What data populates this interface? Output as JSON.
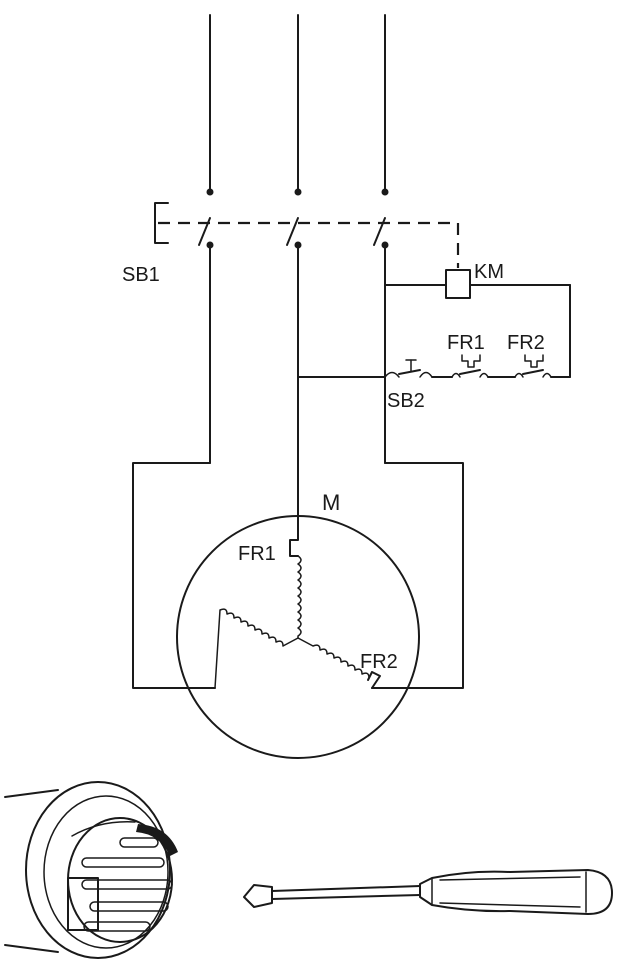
{
  "diagram": {
    "labels": {
      "sb1": "SB1",
      "km": "KM",
      "fr1_top": "FR1",
      "fr2_top": "FR2",
      "sb2": "SB2",
      "motor": "M",
      "fr1_motor": "FR1",
      "fr2_motor": "FR2"
    }
  },
  "icons": {
    "plug": "plug-connector-icon",
    "screwdriver": "screwdriver-icon"
  },
  "colors": {
    "line": "#1a1a1a",
    "background": "#ffffff"
  }
}
